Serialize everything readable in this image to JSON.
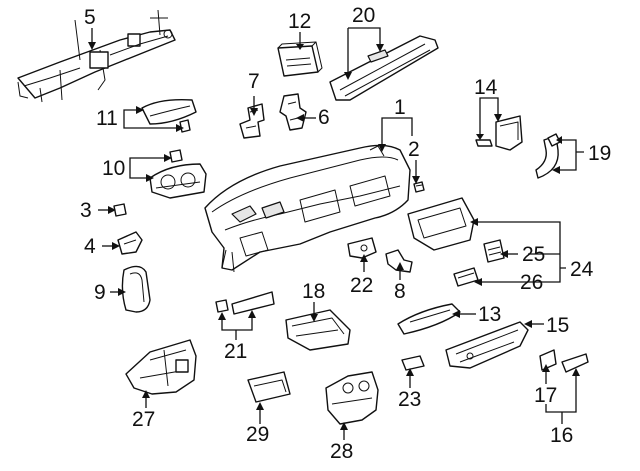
{
  "diagram": {
    "title": "Instrument panel components exploded parts diagram",
    "callouts": [
      "1",
      "2",
      "3",
      "4",
      "5",
      "6",
      "7",
      "8",
      "9",
      "10",
      "11",
      "12",
      "13",
      "14",
      "15",
      "16",
      "17",
      "18",
      "19",
      "20",
      "21",
      "22",
      "23",
      "24",
      "25",
      "26",
      "27",
      "28",
      "29"
    ]
  }
}
